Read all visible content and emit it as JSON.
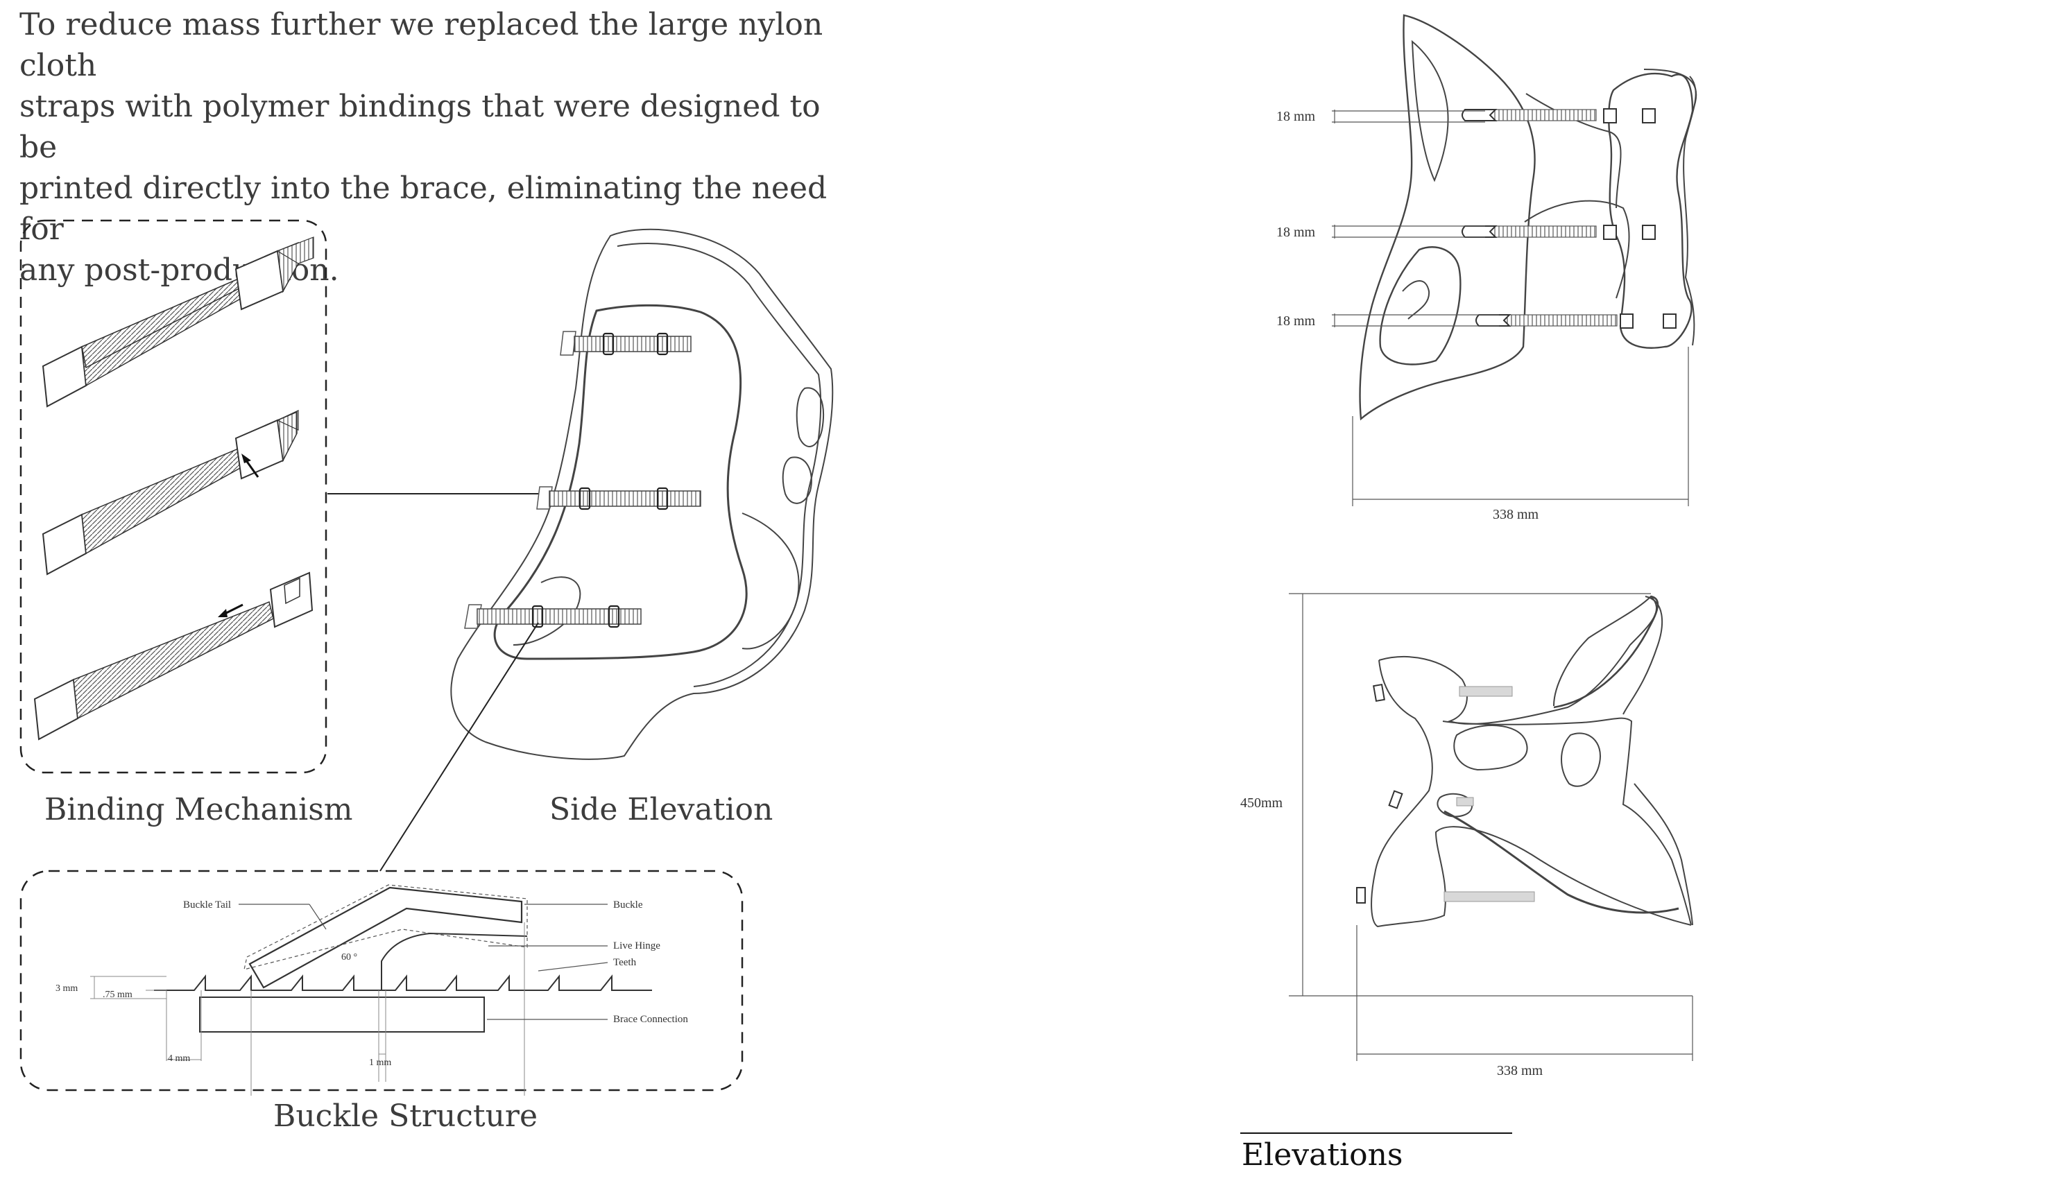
{
  "intro_text": "To reduce mass further we replaced the large nylon cloth\nstraps with polymer bindings that were designed to be\nprinted directly into the brace, eliminating the need for\nany post-production.",
  "captions": {
    "binding_mechanism": "Binding Mechanism",
    "side_elevation": "Side Elevation",
    "buckle_structure": "Buckle Structure",
    "elevations": "Elevations"
  },
  "buckle_labels": {
    "buckle_tail": "Buckle Tail",
    "buckle": "Buckle",
    "live_hinge": "Live Hinge",
    "teeth": "Teeth",
    "brace_connection": "Brace Connection",
    "angle": "60 °",
    "height_3mm": "3 mm",
    "depth_075mm": ".75 mm",
    "width_4mm": "4 mm",
    "width_1mm": "1 mm"
  },
  "elevation_labels": {
    "strap_1": "18 mm",
    "strap_2": "18 mm",
    "strap_3": "18 mm",
    "top_width": "338 mm",
    "bottom_height": "450mm",
    "bottom_width": "338 mm"
  },
  "colors": {
    "line": "#3a3a3a",
    "strap_fill": "#d8d8d8",
    "dashed_border": "#222222"
  }
}
